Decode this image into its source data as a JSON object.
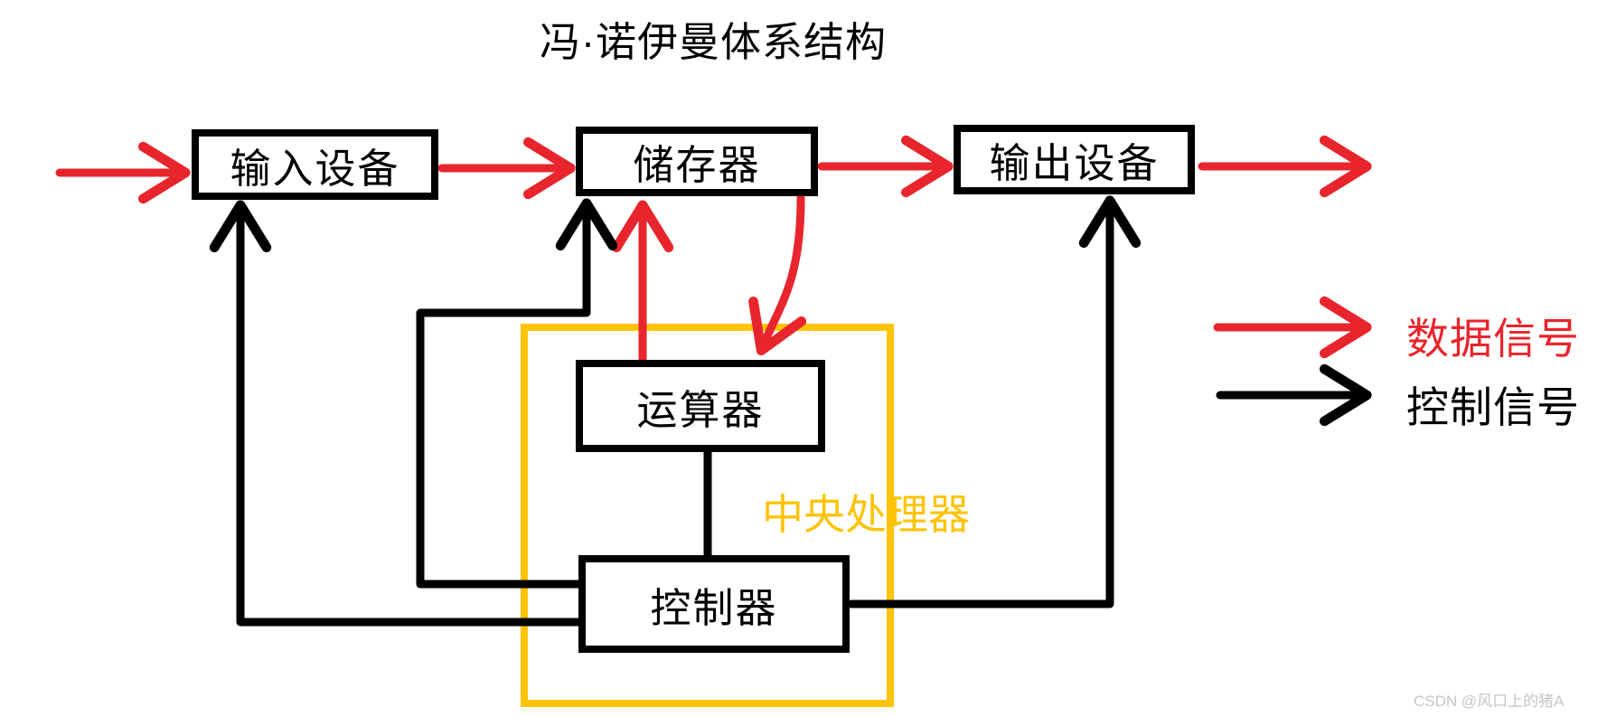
{
  "title": "冯·诺伊曼体系结构",
  "nodes": {
    "input": {
      "label": "输入设备"
    },
    "memory": {
      "label": "储存器"
    },
    "output": {
      "label": "输出设备"
    },
    "alu": {
      "label": "运算器"
    },
    "cu": {
      "label": "控制器"
    },
    "cpu": {
      "label": "中央处理器"
    }
  },
  "legend": {
    "data_signal": {
      "label": "数据信号",
      "color": "#e8252c"
    },
    "control_signal": {
      "label": "控制信号",
      "color": "#000000"
    }
  },
  "colors": {
    "data_signal": "#e8252c",
    "control_signal": "#000000",
    "cpu": "#fdc306",
    "background": "#ffffff",
    "watermark": "#c5c5c5"
  },
  "watermark": "CSDN @风口上的猪A"
}
